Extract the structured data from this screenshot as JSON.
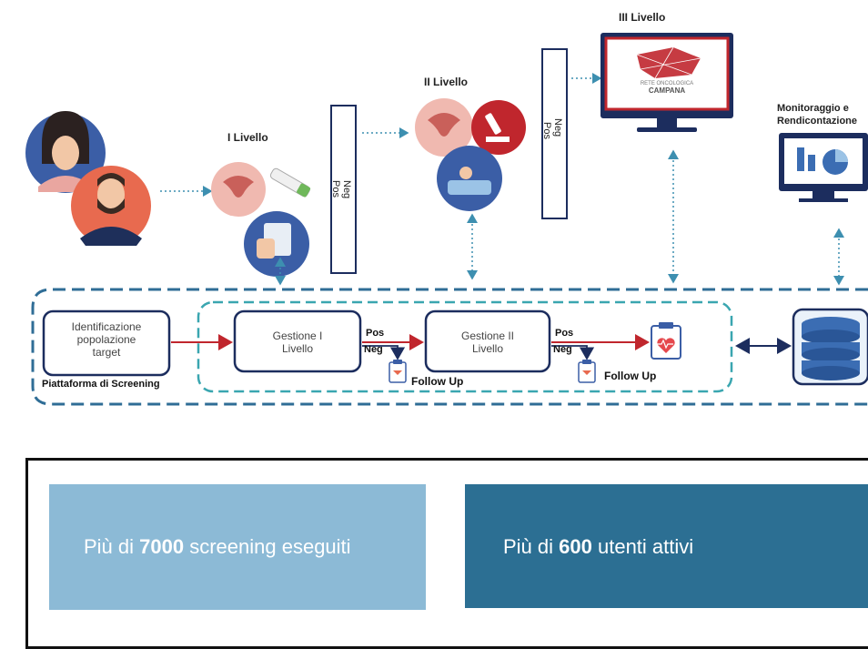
{
  "levels": {
    "first": "I Livello",
    "second": "II Livello",
    "third": "III Livello"
  },
  "monitor_label": {
    "line1": "Monitoraggio e",
    "line2": "Rendicontazione"
  },
  "network_logo": {
    "line1": "RETE ONCOLOGICA",
    "line2": "CAMPANA"
  },
  "neg_pos": {
    "neg": "Neg",
    "pos": "Pos"
  },
  "workflow": {
    "identify": {
      "line1": "Identificazione",
      "line2": "popolazione",
      "line3": "target"
    },
    "platform_label": "Piattaforma di Screening",
    "manage1": {
      "line1": "Gestione I",
      "line2": "Livello"
    },
    "manage2": {
      "line1": "Gestione II",
      "line2": "Livello"
    },
    "pos": "Pos",
    "neg": "Neg",
    "follow_up": "Follow Up"
  },
  "stats": {
    "screening": {
      "prefix": "Più di ",
      "number": "7000",
      "suffix": " screening eseguiti"
    },
    "users": {
      "prefix": "Più di ",
      "number": "600",
      "suffix": " utenti attivi"
    }
  },
  "colors": {
    "navy": "#1c2d5e",
    "teal": "#2a8c9e",
    "light_blue": "#8cbad6",
    "steel_blue": "#2c6f93",
    "red": "#c0262d",
    "pink": "#f0b9b0"
  }
}
